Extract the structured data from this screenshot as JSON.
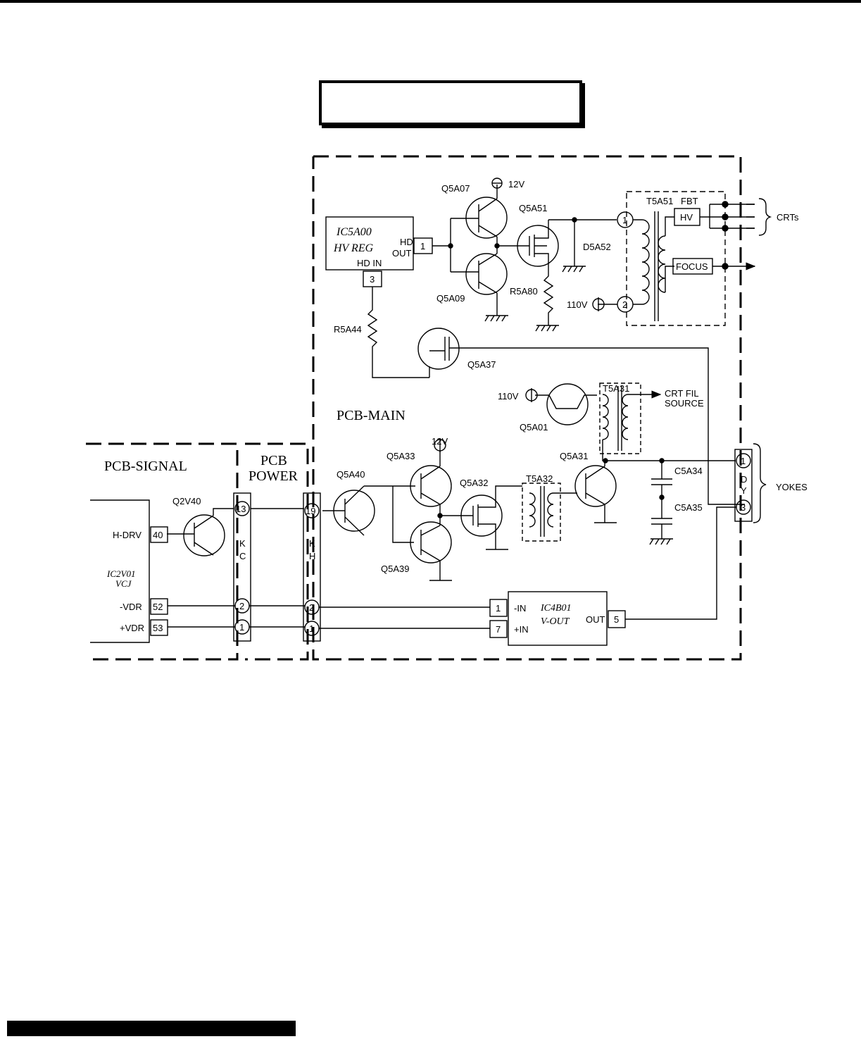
{
  "title": "",
  "boards": {
    "main": "PCB-MAIN",
    "signal": "PCB-SIGNAL",
    "power_line1": "PCB",
    "power_line2": "POWER"
  },
  "ics": {
    "hv_reg": {
      "name": "IC5A00",
      "sub": "HV REG",
      "out_label_1": "HD",
      "out_label_2": "OUT",
      "in_label": "HD IN",
      "pin_out": "1",
      "pin_in": "3"
    },
    "vcj": {
      "name": "IC2V01",
      "sub": "VCJ",
      "hdrv": "H-DRV",
      "hdrv_pin": "40",
      "vdr_neg": "-VDR",
      "vdr_neg_pin": "52",
      "vdr_pos": "+VDR",
      "vdr_pos_pin": "53"
    },
    "vout": {
      "name": "IC4B01",
      "sub": "V-OUT",
      "in_neg": "-IN",
      "in_neg_pin": "1",
      "in_pos": "+IN",
      "in_pos_pin": "7",
      "out": "OUT",
      "out_pin": "5"
    }
  },
  "transistors": {
    "q5a07": "Q5A07",
    "q5a09": "Q5A09",
    "q5a51": "Q5A51",
    "q5a37": "Q5A37",
    "q5a01": "Q5A01",
    "q5a40": "Q5A40",
    "q5a33": "Q5A33",
    "q5a39": "Q5A39",
    "q5a32": "Q5A32",
    "q5a31": "Q5A31",
    "q2v40": "Q2V40"
  },
  "components": {
    "d5a52": "D5A52",
    "r5a80": "R5A80",
    "r5a44": "R5A44",
    "t5a51": "T5A51",
    "fbt": "FBT",
    "hv": "HV",
    "focus": "FOCUS",
    "t5a31": "T5A31",
    "t5a32": "T5A32",
    "c5a34": "C5A34",
    "c5a35": "C5A35"
  },
  "supplies": {
    "v12_top": "12V",
    "v110_a": "110V",
    "v110_b": "110V",
    "v12_mid": "12V"
  },
  "outputs": {
    "crts": "CRTs",
    "crt_fil_1": "CRT FIL",
    "crt_fil_2": "SOURCE",
    "yokes": "YOKES"
  },
  "connectors": {
    "kc": {
      "l1": "K",
      "l2": "C",
      "pin_top": "13",
      "pin_a": "2",
      "pin_b": "1"
    },
    "kh": {
      "l1": "K",
      "l2": "H",
      "pin_top": "19",
      "pin_a": "2",
      "pin_b": "1"
    },
    "dy": {
      "l1": "D",
      "l2": "Y",
      "pin_top": "1",
      "pin_bot": "3"
    },
    "fbt_pin1": "1",
    "fbt_pin2": "2"
  }
}
